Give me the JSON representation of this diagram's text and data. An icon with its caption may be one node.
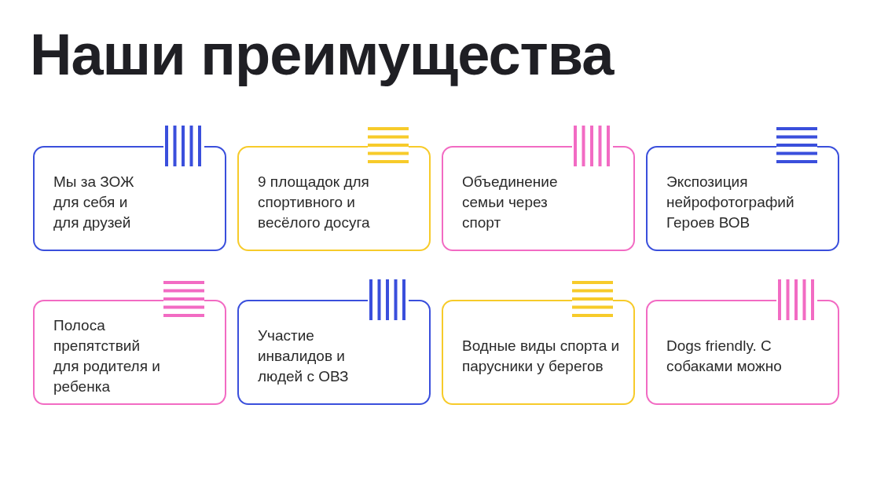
{
  "diagram": {
    "title": "Наши преимущества",
    "nodes": [
      {
        "text": [
          "Мы за ЗОЖ для себя и для друзей"
        ]
      },
      {
        "text": [
          "9 площадок для спортивного и весёлого досуга"
        ]
      },
      {
        "text": [
          "Объединение семьи через спорт"
        ]
      },
      {
        "text": [
          "Экспозиция нейрофотографий Героев ВОВ"
        ]
      },
      {
        "text": [
          "Полоса препятствий для родителя и ребенка"
        ]
      },
      {
        "text": [
          "Участие инвалидов и людей с ОВЗ"
        ]
      },
      {
        "text": [
          "Водные виды спорта и парусники у берегов"
        ]
      },
      {
        "text": [
          "Dogs friendly. С собаками можно"
        ]
      }
    ]
  }
}
